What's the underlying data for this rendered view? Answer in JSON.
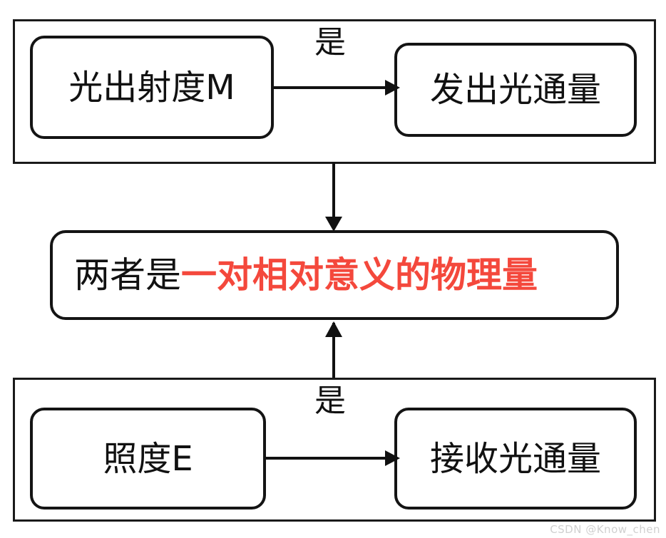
{
  "diagram": {
    "title_text_note": "",
    "groups": {
      "top": {
        "name": "emission-group"
      },
      "bottom": {
        "name": "reception-group"
      }
    },
    "nodes": {
      "luminous_exitance": "光出射度M",
      "emitted_flux": "发出光通量",
      "illuminance": "照度E",
      "received_flux": "接收光通量",
      "middle_plain": "两者是",
      "middle_accent": "一对相对意义的物理量"
    },
    "edge_labels": {
      "top_relation": "是",
      "bottom_relation": "是"
    },
    "colors": {
      "accent": "#F4483C",
      "stroke": "#141414",
      "background": "#FFFFFF",
      "watermark": "#D0D0D0"
    },
    "watermark": "CSDN @Know_chen"
  }
}
